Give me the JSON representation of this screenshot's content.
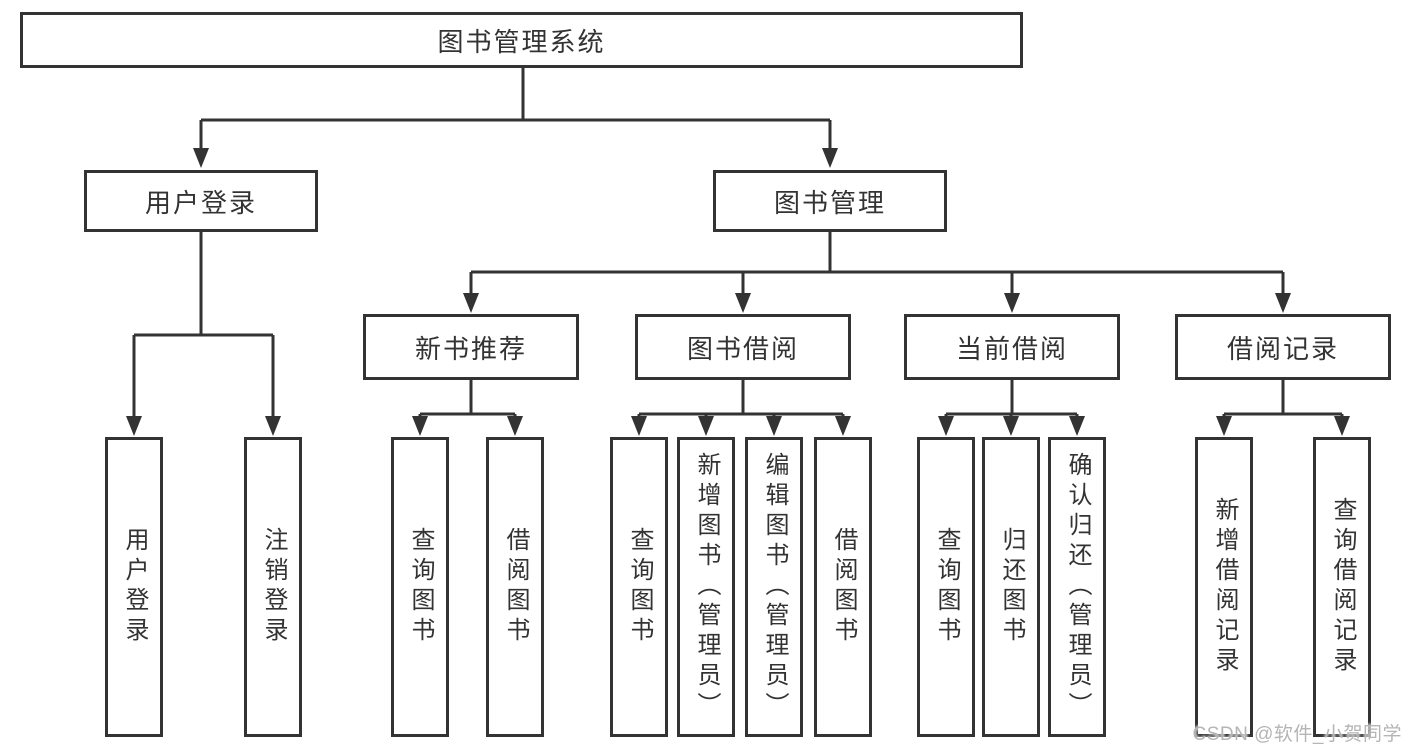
{
  "diagram": {
    "root": {
      "id": "root",
      "label": "图书管理系统"
    },
    "level2": [
      {
        "id": "user-login",
        "label": "用户登录",
        "parent": "root"
      },
      {
        "id": "book-management",
        "label": "图书管理",
        "parent": "root"
      }
    ],
    "level3": [
      {
        "id": "new-book-recommend",
        "label": "新书推荐",
        "parent": "book-management"
      },
      {
        "id": "book-borrow",
        "label": "图书借阅",
        "parent": "book-management"
      },
      {
        "id": "current-borrow",
        "label": "当前借阅",
        "parent": "book-management"
      },
      {
        "id": "borrow-records",
        "label": "借阅记录",
        "parent": "book-management"
      }
    ],
    "leaves": [
      {
        "id": "leaf-user-login",
        "label": "用户登录",
        "parent": "user-login"
      },
      {
        "id": "leaf-logout",
        "label": "注销登录",
        "parent": "user-login"
      },
      {
        "id": "leaf-query-books-recommend",
        "label": "查询图书",
        "parent": "new-book-recommend"
      },
      {
        "id": "leaf-borrow-books-recommend",
        "label": "借阅图书",
        "parent": "new-book-recommend"
      },
      {
        "id": "leaf-query-books-borrow",
        "label": "查询图书",
        "parent": "book-borrow"
      },
      {
        "id": "leaf-add-book-admin",
        "label": "新增图书（管理员）",
        "parent": "book-borrow"
      },
      {
        "id": "leaf-edit-book-admin",
        "label": "编辑图书（管理员）",
        "parent": "book-borrow"
      },
      {
        "id": "leaf-borrow-books",
        "label": "借阅图书",
        "parent": "book-borrow"
      },
      {
        "id": "leaf-query-books-current",
        "label": "查询图书",
        "parent": "current-borrow"
      },
      {
        "id": "leaf-return-book",
        "label": "归还图书",
        "parent": "current-borrow"
      },
      {
        "id": "leaf-confirm-return-admin",
        "label": "确认归还（管理员）",
        "parent": "current-borrow"
      },
      {
        "id": "leaf-add-borrow-record",
        "label": "新增借阅记录",
        "parent": "borrow-records"
      },
      {
        "id": "leaf-query-borrow-record",
        "label": "查询借阅记录",
        "parent": "borrow-records"
      }
    ]
  },
  "watermark": {
    "text": "CSDN @软件_小贺同学"
  },
  "colors": {
    "line": "#333333",
    "text": "#333333",
    "background": "#ffffff",
    "watermark": "#b5b5b5"
  }
}
